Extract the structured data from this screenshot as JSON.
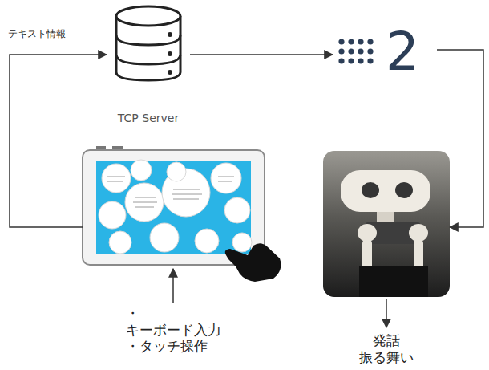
{
  "diagram": {
    "nodes": [
      {
        "text": [
          "TCP Server"
        ]
      },
      {
        "text": [
          "2"
        ]
      },
      {
        "text": [
          "・キーボード入力 ・タッチ操作"
        ]
      },
      {
        "text": [
          "発話 振る舞い"
        ]
      }
    ],
    "edges": [
      {
        "from": 2,
        "to": 0,
        "arrow": "to",
        "label": "テキスト情報"
      },
      {
        "from": 0,
        "to": 1,
        "arrow": "to"
      },
      {
        "from": 1,
        "to": 3,
        "arrow": "to"
      }
    ]
  }
}
